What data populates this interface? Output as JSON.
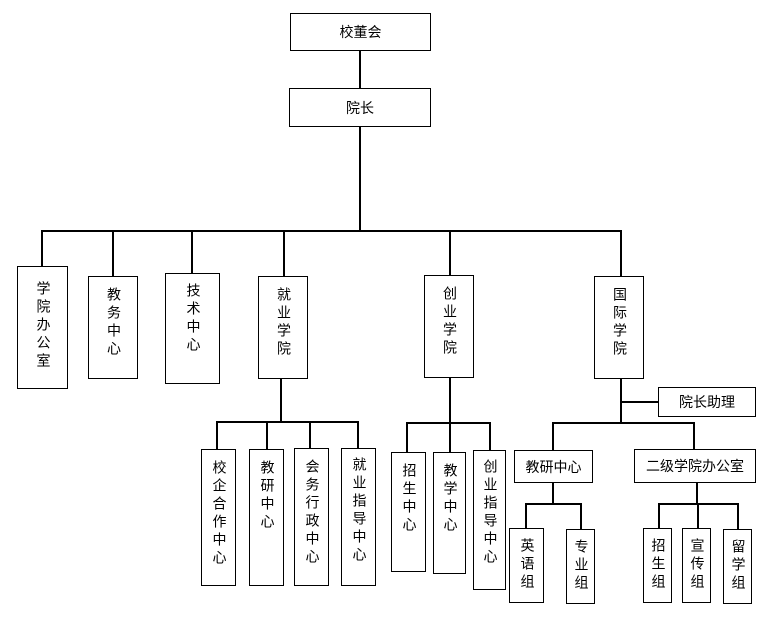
{
  "chart_data": {
    "type": "org-chart",
    "root": "校董会",
    "nodes": [
      {
        "id": "board",
        "label": "校董会",
        "parent": null
      },
      {
        "id": "president",
        "label": "院长",
        "parent": "board"
      },
      {
        "id": "college-office",
        "label": "学院办公室",
        "parent": "president"
      },
      {
        "id": "academic-affairs",
        "label": "教务中心",
        "parent": "president"
      },
      {
        "id": "tech-center",
        "label": "技术中心",
        "parent": "president"
      },
      {
        "id": "employment-college",
        "label": "就业学院",
        "parent": "president"
      },
      {
        "id": "startup-college",
        "label": "创业学院",
        "parent": "president"
      },
      {
        "id": "intl-college",
        "label": "国际学院",
        "parent": "president"
      },
      {
        "id": "school-enterprise",
        "label": "校企合作中心",
        "parent": "employment-college"
      },
      {
        "id": "teaching-research-1",
        "label": "教研中心",
        "parent": "employment-college"
      },
      {
        "id": "conference-admin",
        "label": "会务行政中心",
        "parent": "employment-college"
      },
      {
        "id": "employment-guidance",
        "label": "就业指导中心",
        "parent": "employment-college"
      },
      {
        "id": "admissions-center",
        "label": "招生中心",
        "parent": "startup-college"
      },
      {
        "id": "teaching-center",
        "label": "教学中心",
        "parent": "startup-college"
      },
      {
        "id": "startup-guidance",
        "label": "创业指导中心",
        "parent": "startup-college"
      },
      {
        "id": "dean-assistant",
        "label": "院长助理",
        "parent": "intl-college"
      },
      {
        "id": "teaching-research-2",
        "label": "教研中心",
        "parent": "intl-college"
      },
      {
        "id": "secondary-office",
        "label": "二级学院办公室",
        "parent": "intl-college"
      },
      {
        "id": "english-group",
        "label": "英语组",
        "parent": "teaching-research-2"
      },
      {
        "id": "major-group",
        "label": "专业组",
        "parent": "teaching-research-2"
      },
      {
        "id": "admissions-group",
        "label": "招生组",
        "parent": "secondary-office"
      },
      {
        "id": "publicity-group",
        "label": "宣传组",
        "parent": "secondary-office"
      },
      {
        "id": "study-abroad-group",
        "label": "留学组",
        "parent": "secondary-office"
      }
    ]
  },
  "labels": {
    "board": "校董会",
    "president": "院长",
    "college_office": "学院办公室",
    "academic_affairs": "教务中心",
    "tech_center": "技术中心",
    "employment_college": "就业学院",
    "startup_college": "创业学院",
    "intl_college": "国际学院",
    "school_enterprise": "校企合作中心",
    "teaching_research_1": "教研中心",
    "conference_admin": "会务行政中心",
    "employment_guidance": "就业指导中心",
    "admissions_center": "招生中心",
    "teaching_center": "教学中心",
    "startup_guidance": "创业指导中心",
    "dean_assistant": "院长助理",
    "teaching_research_2": "教研中心",
    "secondary_office": "二级学院办公室",
    "english_group": "英语组",
    "major_group": "专业组",
    "admissions_group": "招生组",
    "publicity_group": "宣传组",
    "study_abroad_group": "留学组"
  }
}
